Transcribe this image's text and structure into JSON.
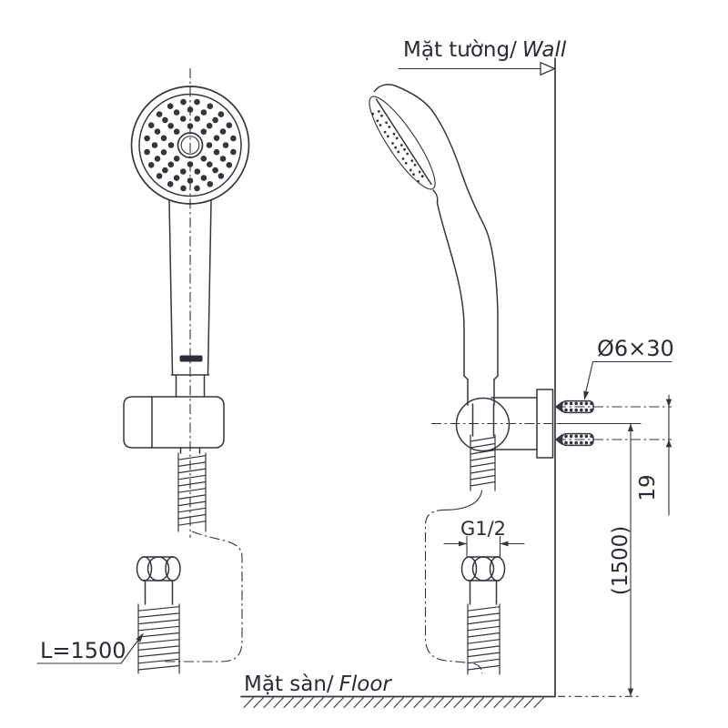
{
  "drawing": {
    "colors": {
      "line": "#35353d",
      "text": "#2b2b33",
      "logo": "#2e2e38",
      "background": "#ffffff"
    },
    "labels": {
      "wall_vi": "Mặt tường/",
      "wall_en": "Wall",
      "floor_vi": "Mặt sàn/",
      "floor_en": "Floor",
      "anchor_spec": "Ø6×30",
      "anchor_spacing": "19",
      "mount_height": "(1500)",
      "thread_size": "G1/2",
      "hose_length": "L=1500"
    }
  }
}
